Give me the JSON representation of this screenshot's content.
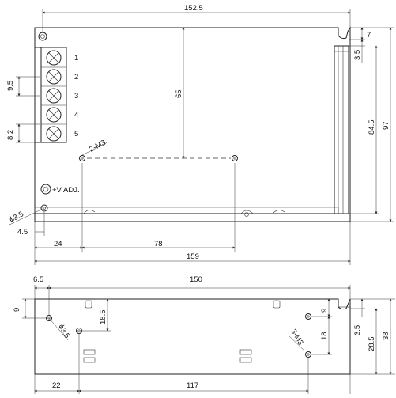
{
  "top_view": {
    "dims": {
      "width_overall": "152.5",
      "tab_offset": "7",
      "hole_offset": "3.5",
      "height_inner": "84.5",
      "height_overall": "97",
      "center_height": "65",
      "terminal_pitch": "9.5",
      "terminal_edge": "8.2",
      "hole_dia": "3.5",
      "hole_edge": "4.5",
      "mount_x1": "24",
      "mount_span": "78",
      "width_body": "159"
    },
    "terminal_numbers": [
      "1",
      "2",
      "3",
      "4",
      "5"
    ],
    "screw_label": "2-M3",
    "adj_label": "+V ADJ.",
    "dia_symbol": "ϕ"
  },
  "side_view": {
    "dims": {
      "left_offset": "6.5",
      "width": "150",
      "top_offset": "9",
      "screw_height": "18.5",
      "hole_dia": "3.5",
      "left_edge": "22",
      "span": "117",
      "right_top": "9",
      "right_span": "18",
      "hole_offset": "3.5",
      "hole_height": "28.5",
      "height": "38"
    },
    "screw_label": "3-M3",
    "dia_symbol": "ϕ"
  }
}
